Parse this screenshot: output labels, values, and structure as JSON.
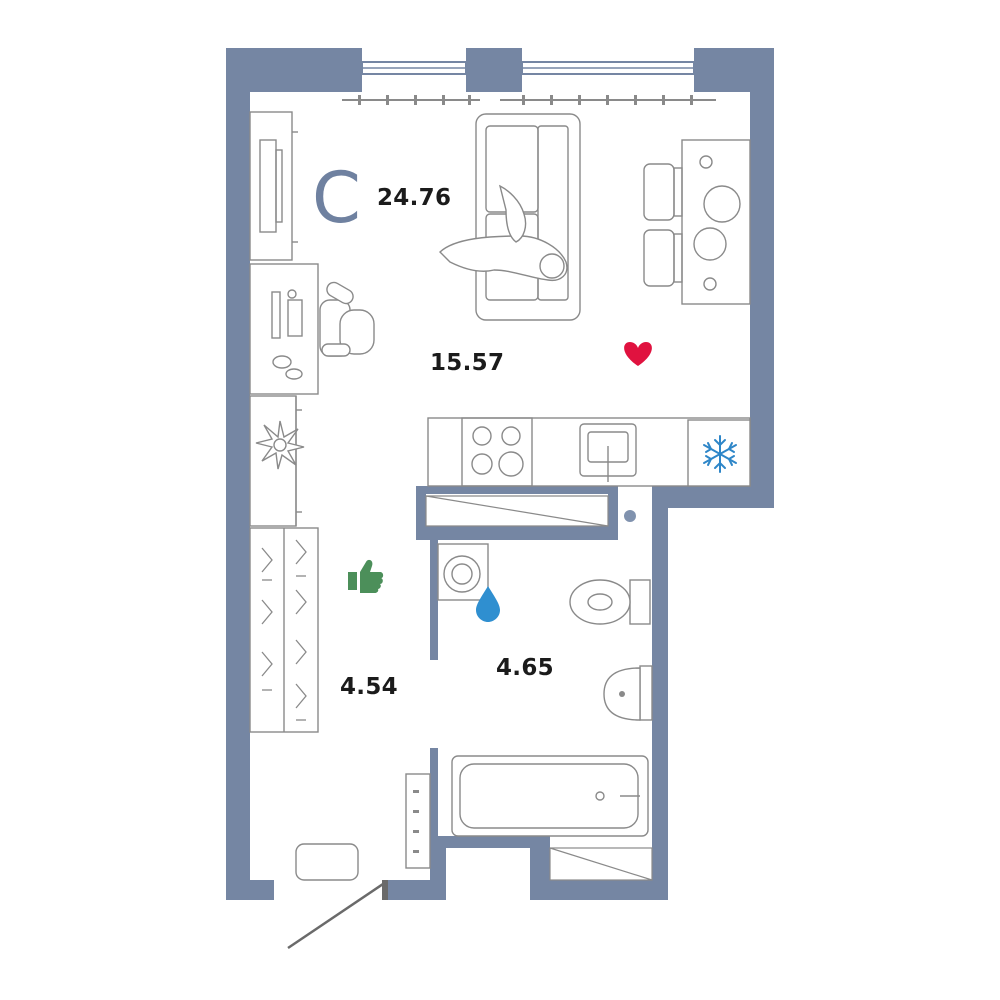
{
  "plan": {
    "apartment_type": "C",
    "total_area": "24.76",
    "rooms": [
      {
        "id": "living_kitchen",
        "area": "15.57"
      },
      {
        "id": "hallway",
        "area": "4.54"
      },
      {
        "id": "bathroom",
        "area": "4.65"
      }
    ]
  },
  "icons": {
    "heart": {
      "name": "heart-icon",
      "color": "#e0123f"
    },
    "snowflake": {
      "name": "snowflake-icon",
      "color": "#2e86c8"
    },
    "thumbs_up": {
      "name": "thumbs-up-icon",
      "color": "#4c8f5a"
    },
    "water_drop": {
      "name": "water-drop-icon",
      "color": "#2f8fd0"
    }
  },
  "colors": {
    "wall": "#7586a3",
    "furniture_line": "#8a8a8a"
  }
}
